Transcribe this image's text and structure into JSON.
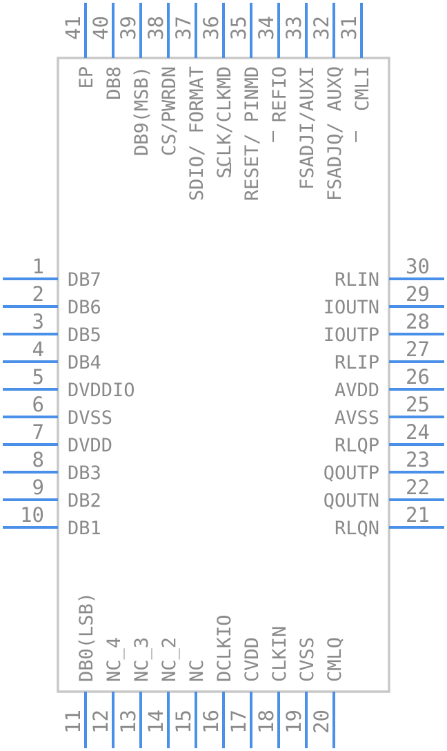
{
  "colors": {
    "pin": "#4a8fe8",
    "body_outline": "#c8c8c8",
    "text": "#8a8a8a",
    "background": "#ffffff"
  },
  "pins": {
    "left": [
      {
        "num": "1",
        "name": "DB7"
      },
      {
        "num": "2",
        "name": "DB6"
      },
      {
        "num": "3",
        "name": "DB5"
      },
      {
        "num": "4",
        "name": "DB4"
      },
      {
        "num": "5",
        "name": "DVDDIO"
      },
      {
        "num": "6",
        "name": "DVSS"
      },
      {
        "num": "7",
        "name": "DVDD"
      },
      {
        "num": "8",
        "name": "DB3"
      },
      {
        "num": "9",
        "name": "DB2"
      },
      {
        "num": "10",
        "name": "DB1"
      }
    ],
    "bottom": [
      {
        "num": "11",
        "name": "DB0(LSB)"
      },
      {
        "num": "12",
        "name": "NC_4"
      },
      {
        "num": "13",
        "name": "NC_3"
      },
      {
        "num": "14",
        "name": "NC_2"
      },
      {
        "num": "15",
        "name": "NC"
      },
      {
        "num": "16",
        "name": "DCLKIO"
      },
      {
        "num": "17",
        "name": "CVDD"
      },
      {
        "num": "18",
        "name": "CLKIN"
      },
      {
        "num": "19",
        "name": "CVSS"
      },
      {
        "num": "20",
        "name": "CMLQ"
      }
    ],
    "right": [
      {
        "num": "21",
        "name": "RLQN"
      },
      {
        "num": "22",
        "name": "QOUTN"
      },
      {
        "num": "23",
        "name": "QOUTP"
      },
      {
        "num": "24",
        "name": "RLQP"
      },
      {
        "num": "25",
        "name": "AVSS"
      },
      {
        "num": "26",
        "name": "AVDD"
      },
      {
        "num": "27",
        "name": "RLIP"
      },
      {
        "num": "28",
        "name": "IOUTP"
      },
      {
        "num": "29",
        "name": "IOUTN"
      },
      {
        "num": "30",
        "name": "RLIN"
      }
    ],
    "top": [
      {
        "num": "31",
        "name": "CMLI"
      },
      {
        "num": "32",
        "name": "FSADJQ/ AUXQ"
      },
      {
        "num": "33",
        "name": "FSADJI/AUXI"
      },
      {
        "num": "34",
        "name": "REFIO"
      },
      {
        "num": "35",
        "name": "RESET/ PINMD"
      },
      {
        "num": "36",
        "name": "SCLK/CLKMD"
      },
      {
        "num": "37",
        "name": "SDIO/ FORMAT"
      },
      {
        "num": "38",
        "name": "CS/PWRDN"
      },
      {
        "num": "39",
        "name": "DB9(MSB)"
      },
      {
        "num": "40",
        "name": "DB8"
      },
      {
        "num": "41",
        "name": "EP"
      }
    ]
  }
}
